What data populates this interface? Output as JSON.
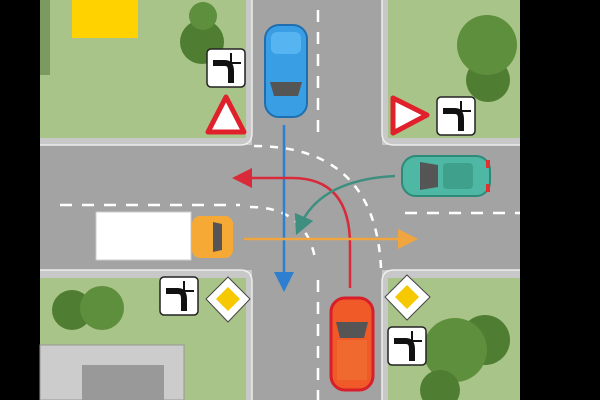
{
  "scene": {
    "type": "intersection-diagram",
    "signs": [
      "priority-road-shape-sign",
      "yield-sign",
      "priority-road-sign"
    ]
  },
  "colors": {
    "grass": "#a8c488",
    "road": "#a3a3a3",
    "curb": "#c8c8c8",
    "blue_car": "#3a9ee4",
    "teal_car": "#4fb8a4",
    "red_car": "#e8452a",
    "truck_cab": "#f7a935",
    "tree": "#5a8a3a",
    "blue_arrow": "#2f7fd0",
    "red_arrow": "#d92a3a",
    "teal_arrow": "#3f8f80",
    "orange_arrow": "#f0a640"
  }
}
